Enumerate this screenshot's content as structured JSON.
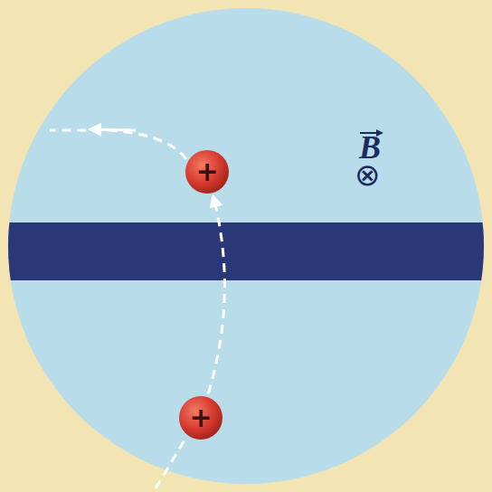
{
  "diagram": {
    "nodes": [
      {
        "text": [
          "+"
        ]
      },
      {
        "text": [
          "+"
        ]
      }
    ],
    "edges": [
      {
        "from": 1,
        "to": 0,
        "arrow": "to"
      }
    ],
    "labels": [
      "B",
      "⊗"
    ]
  }
}
